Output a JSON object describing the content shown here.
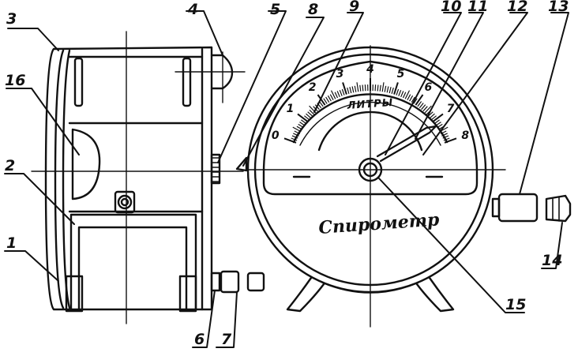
{
  "callouts": [
    "1",
    "2",
    "3",
    "4",
    "5",
    "6",
    "7",
    "8",
    "9",
    "10",
    "11",
    "12",
    "13",
    "14",
    "15",
    "16"
  ],
  "dial": {
    "scale_numbers": [
      "0",
      "1",
      "2",
      "3",
      "4",
      "5",
      "6",
      "7",
      "8"
    ],
    "unit_label": "ЛИТРЫ",
    "device_name": "Спирометр"
  }
}
